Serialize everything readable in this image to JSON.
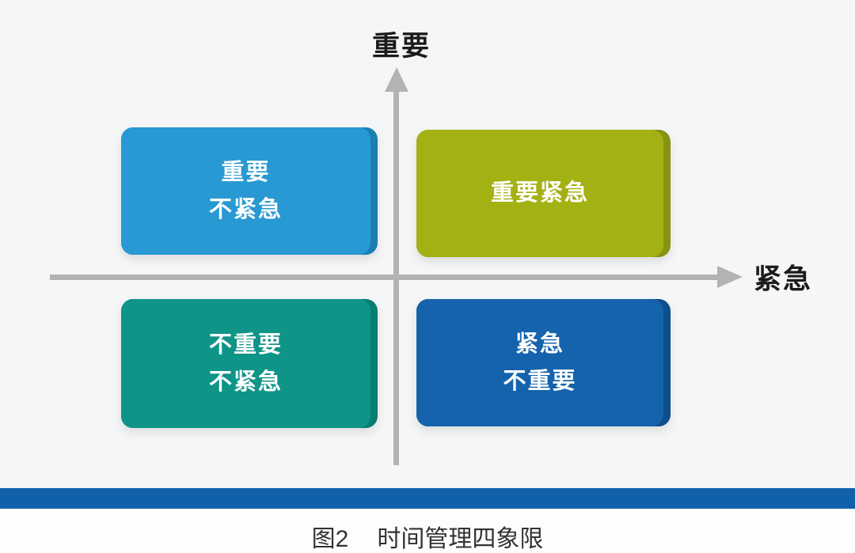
{
  "stage": {
    "background": "#f5f6f7",
    "footer_background": "#fdfdfe"
  },
  "axes": {
    "y_axis_label": "重要",
    "x_axis_label": "紧急",
    "color": "#b3b3b4"
  },
  "quadrants": {
    "top_left": {
      "line1": "重要",
      "line2": "不紧急",
      "fill": "#2899d2",
      "edge": "#1a7eb3"
    },
    "top_right": {
      "line1": "重要紧急",
      "fill": "#a4b113",
      "edge": "#87920f"
    },
    "bottom_left": {
      "line1": "不重要",
      "line2": "不紧急",
      "fill": "#0f9488",
      "edge": "#077d71"
    },
    "bottom_right": {
      "line1": "紧急",
      "line2": "不重要",
      "fill": "#1563ac",
      "edge": "#0d4e8c"
    }
  },
  "divider_bar": {
    "color": "#1061a9"
  },
  "caption": {
    "figure_number": "图2",
    "title": "时间管理四象限"
  }
}
